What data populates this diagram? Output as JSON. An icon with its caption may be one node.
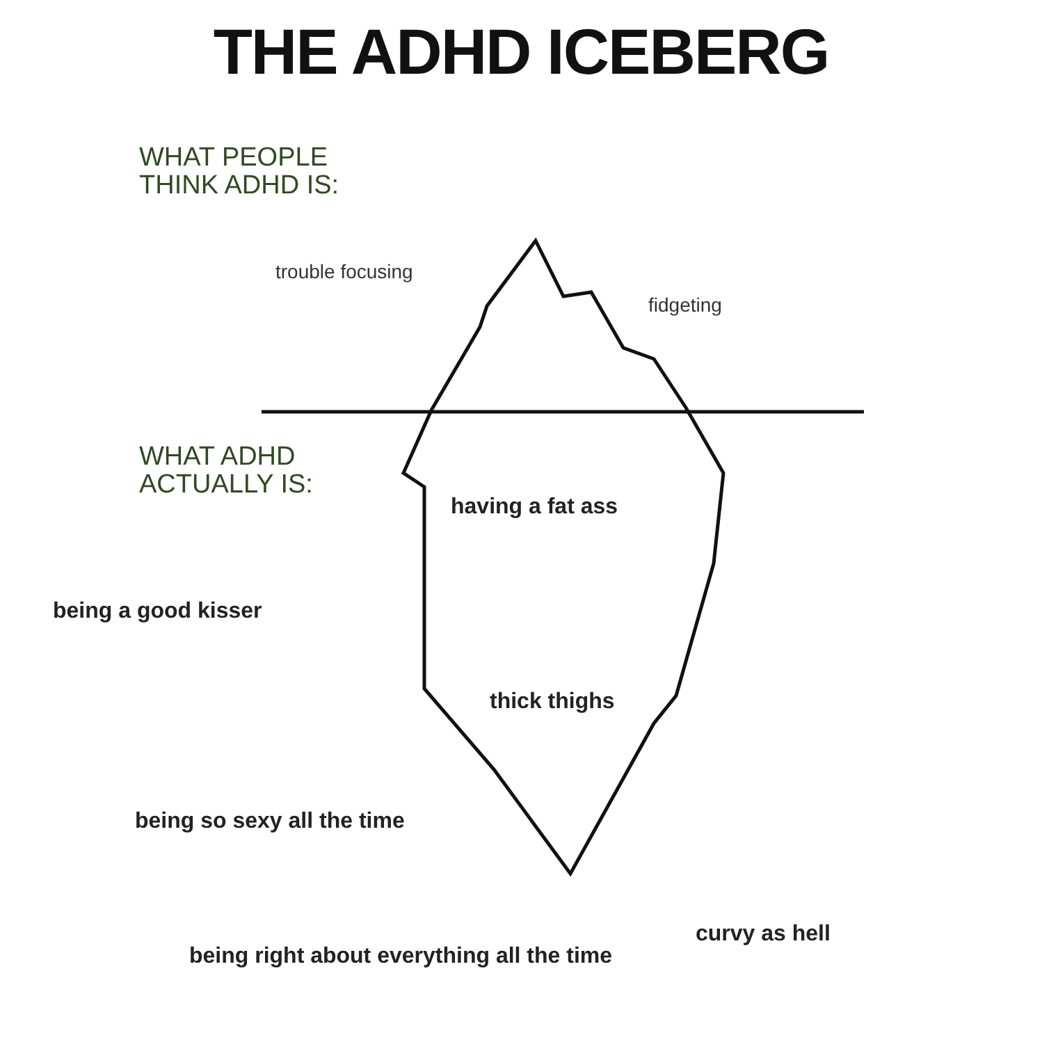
{
  "diagram": {
    "title": "THE ADHD ICEBERG",
    "labels": [
      "WHAT PEOPLE THINK ADHD IS:",
      "trouble focusing",
      "fidgeting",
      "WHAT ADHD ACTUALLY IS:",
      "having a fat ass",
      "being a good kisser",
      "thick thighs",
      "being so sexy all the time",
      "being right about everything all the time",
      "curvy as hell"
    ]
  }
}
